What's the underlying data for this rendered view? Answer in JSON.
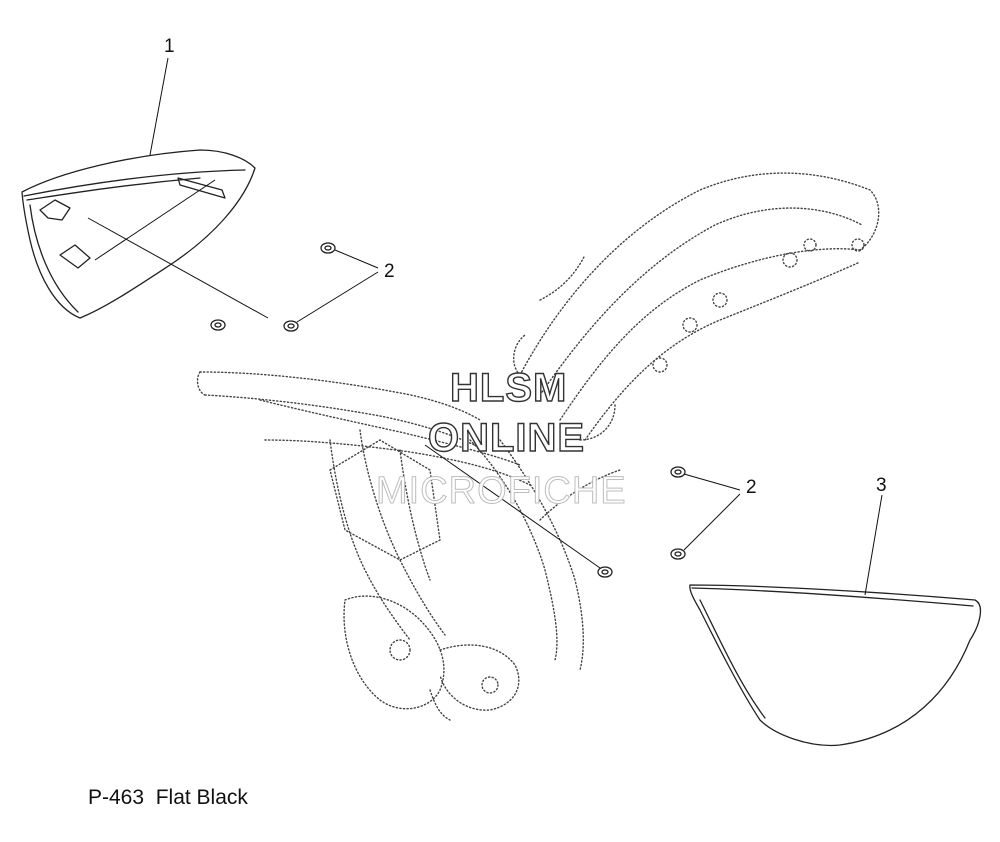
{
  "callouts": {
    "c1": "1",
    "c2a": "2",
    "c2b": "2",
    "c3": "3"
  },
  "caption": "P-463  Flat Black",
  "watermark": {
    "line1": "HLSM",
    "line2": "ONLINE",
    "line3": "MICROFICHE"
  }
}
